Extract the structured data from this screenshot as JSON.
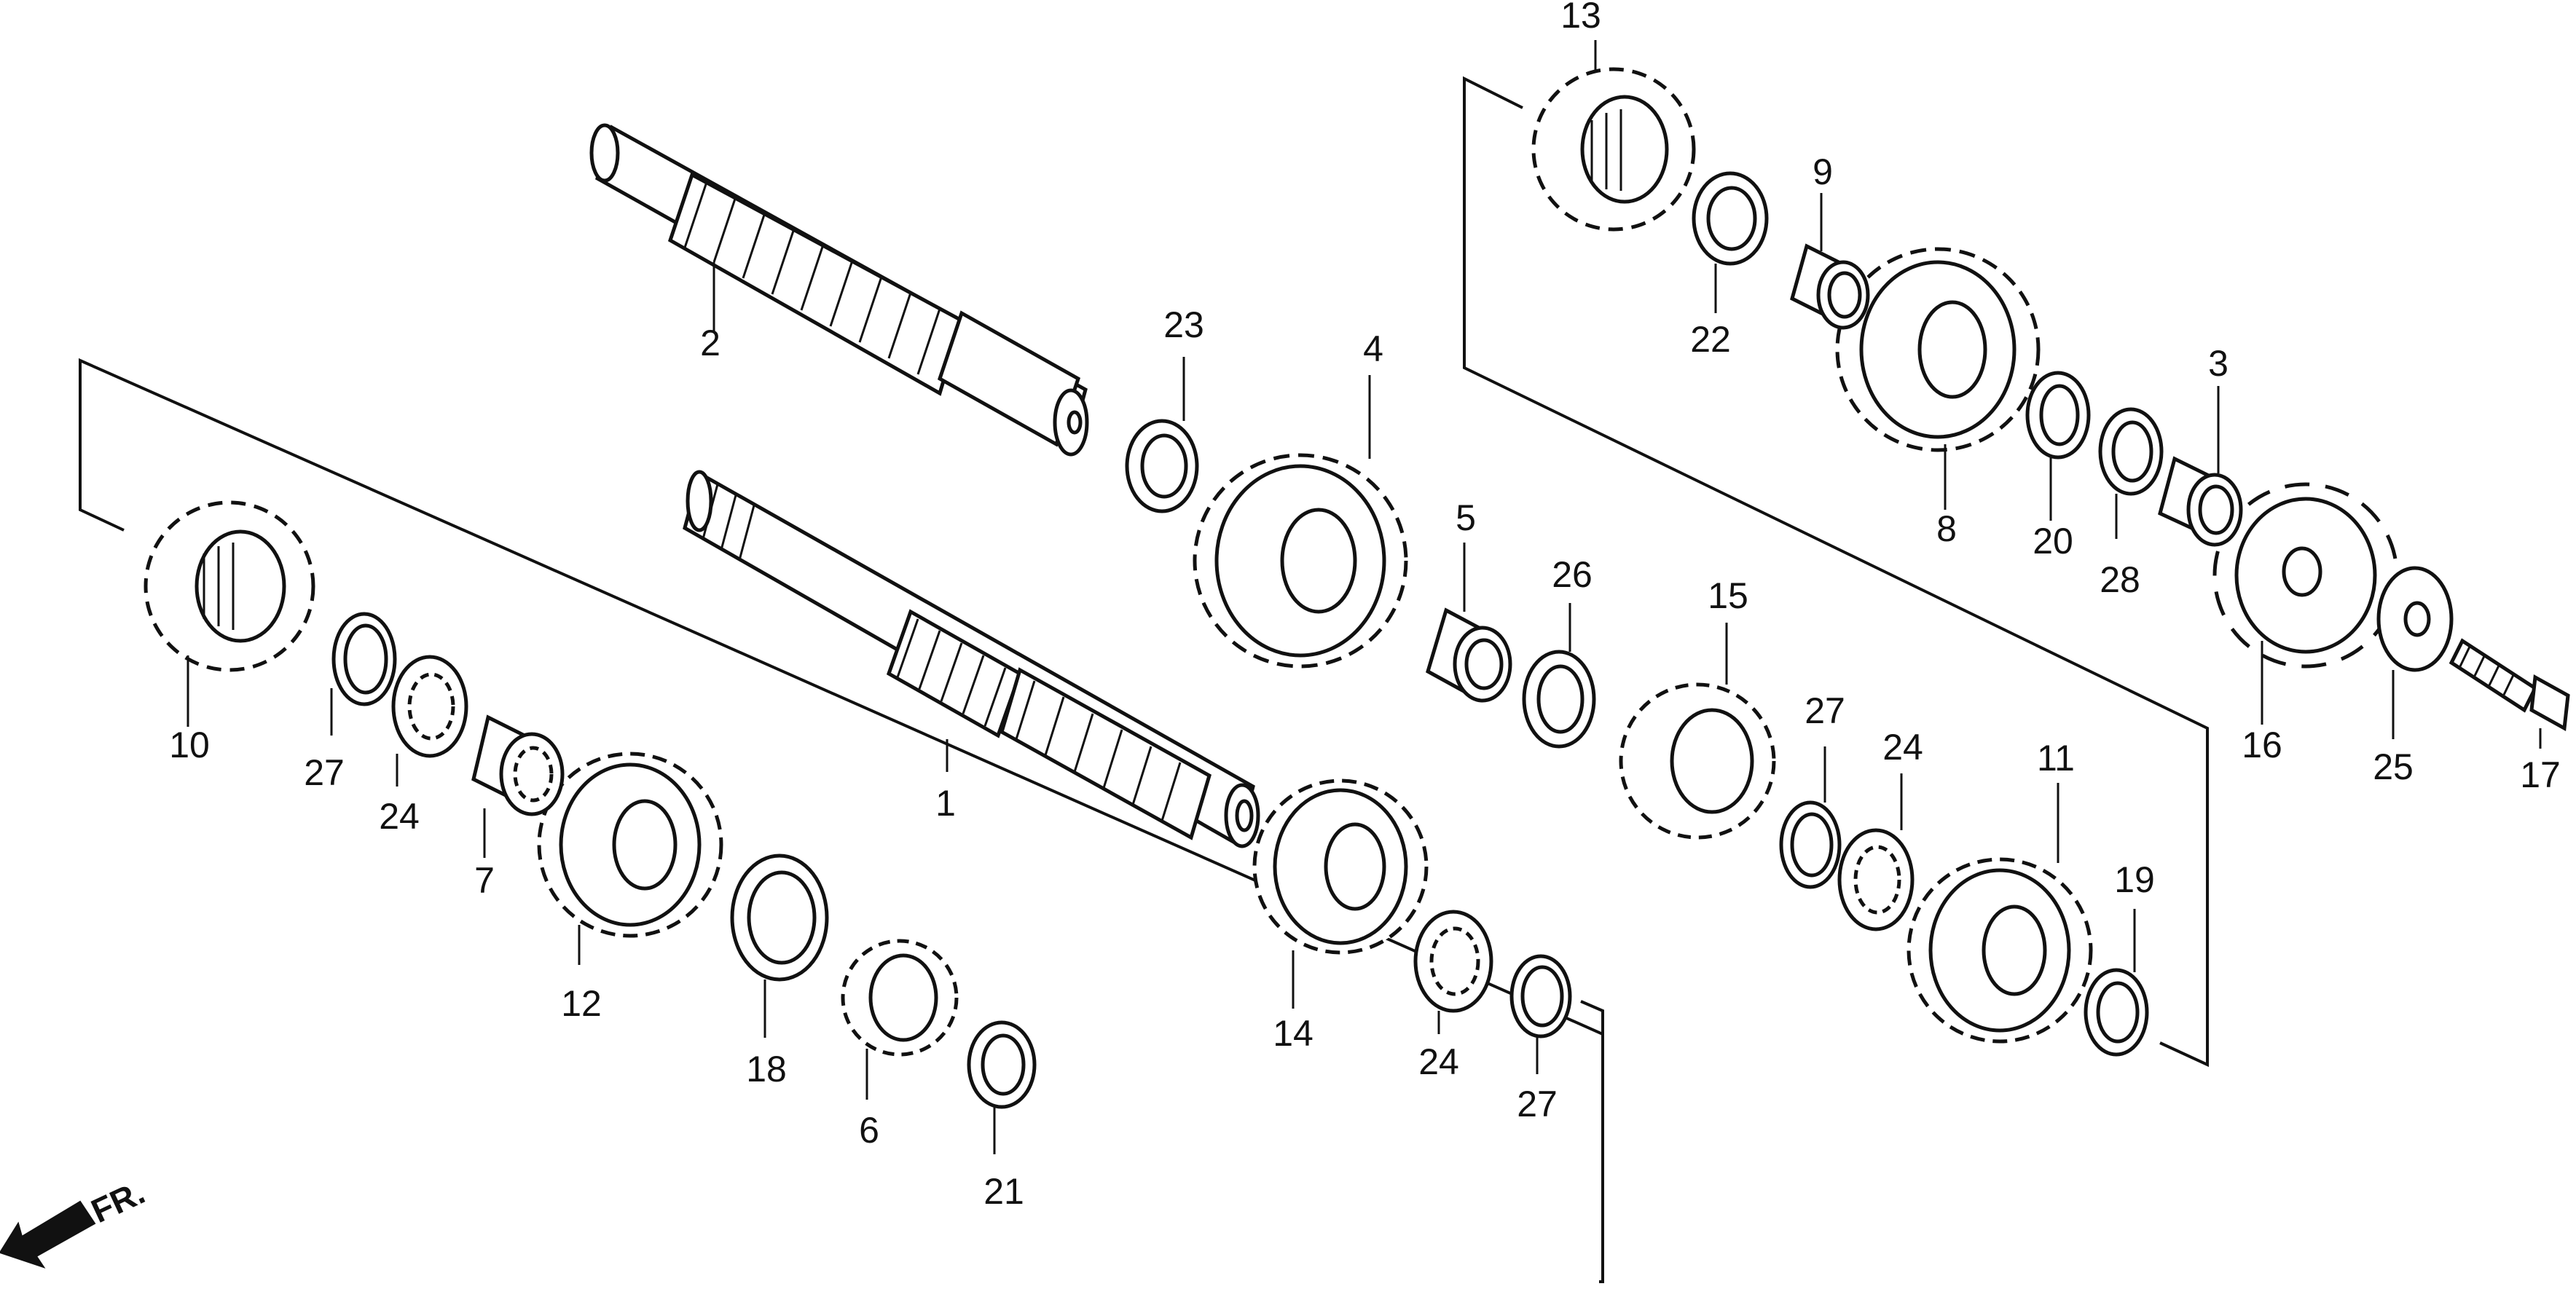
{
  "diagram": {
    "labels": [
      "1",
      "2",
      "3",
      "4",
      "5",
      "6",
      "7",
      "8",
      "9",
      "10",
      "11",
      "12",
      "13",
      "14",
      "15",
      "16",
      "17",
      "18",
      "19",
      "20",
      "21",
      "22",
      "23",
      "24",
      "25",
      "26",
      "27",
      "28"
    ],
    "front_indicator": "FR."
  }
}
